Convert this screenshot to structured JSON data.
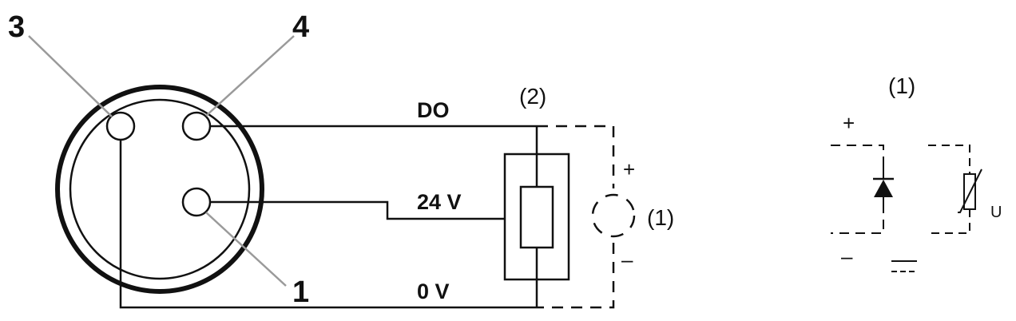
{
  "connector": {
    "pins": [
      {
        "number": "3"
      },
      {
        "number": "4"
      },
      {
        "number": "1"
      }
    ]
  },
  "wires": {
    "do_label": "DO",
    "v24_label": "24 V",
    "v0_label": "0 V"
  },
  "load": {
    "ref_label": "(2)"
  },
  "source": {
    "ref_label": "(1)",
    "plus": "+",
    "minus": "–"
  },
  "legend": {
    "ref_label": "(1)",
    "plus": "+",
    "minus": "–",
    "varistor_label": "U"
  },
  "colors": {
    "line": "#111111",
    "leader": "#9a9a9a"
  }
}
